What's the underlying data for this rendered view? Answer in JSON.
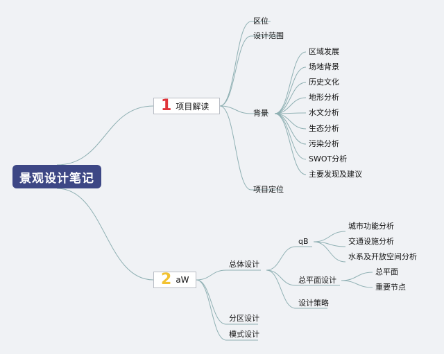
{
  "root": {
    "label": "景观设计笔记"
  },
  "branch1": {
    "number": "1",
    "label": "项目解读",
    "number_color": "#e0343a",
    "children": {
      "quwei": "区位",
      "sheji_fanwei": "设计范围",
      "beijing": "背景",
      "xiangmu_dingwei": "项目定位"
    },
    "beijing_children": [
      "区域发展",
      "场地背景",
      "历史文化",
      "地形分析",
      "水文分析",
      "生态分析",
      "污染分析",
      "SWOT分析",
      "主要发现及建议"
    ]
  },
  "branch2": {
    "number": "2",
    "label": "aW",
    "number_color": "#f2c231",
    "children": {
      "zongti": "总体设计",
      "fenqu": "分区设计",
      "moshi": "模式设计"
    },
    "zongti_children": {
      "qb": "qB",
      "zongpingmian": "总平面设计",
      "celue": "设计策略"
    },
    "qb_children": [
      "城市功能分析",
      "交通设施分析",
      "水系及开放空间分析"
    ],
    "zongpingmian_children": [
      "总平面",
      "重要节点"
    ]
  },
  "colors": {
    "link": "#8fb0b3",
    "root_bg": "#3d4785",
    "background": "#f0f2f5"
  }
}
